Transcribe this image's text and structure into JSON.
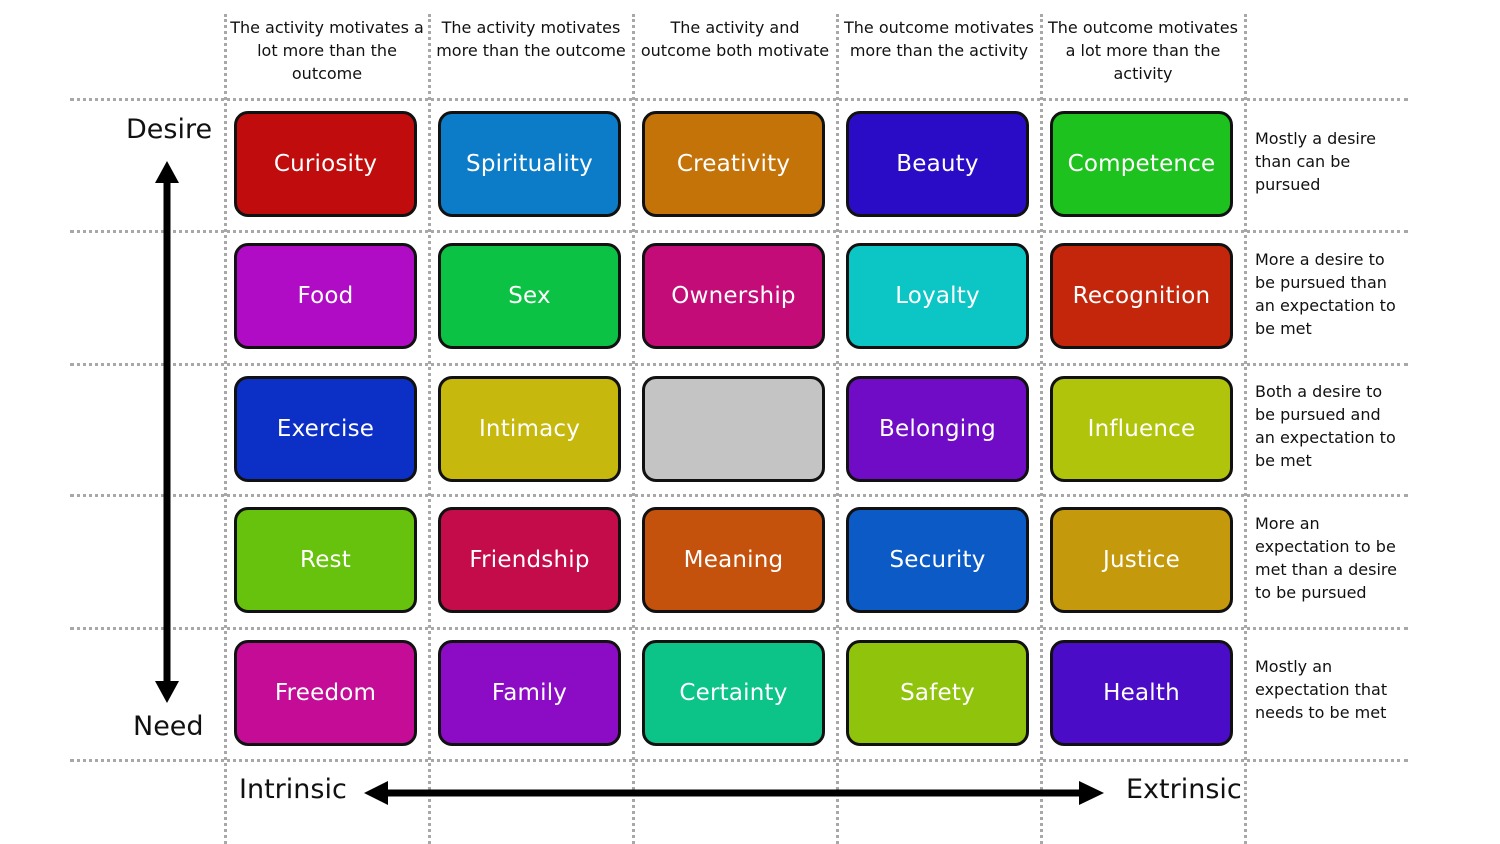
{
  "columns": [
    "The activity motivates a lot more than the outcome",
    "The activity motivates more than the outcome",
    "The activity and outcome both motivate",
    "The outcome motivates more than the activity",
    "The outcome motivates a lot more than the activity"
  ],
  "rows": [
    "Mostly a desire than can be pursued",
    "More a desire to be pursued than an expectation to be met",
    "Both a desire to be pursued and an expectation to be met",
    "More an expectation to be met than a desire to be pursued",
    "Mostly an expectation that needs to be met"
  ],
  "axes": {
    "top": "Desire",
    "bottom": "Need",
    "left": "Intrinsic",
    "right": "Extrinsic"
  },
  "cells": [
    [
      {
        "label": "Curiosity",
        "color": "#c00c0c"
      },
      {
        "label": "Spirituality",
        "color": "#0c7cc8"
      },
      {
        "label": "Creativity",
        "color": "#c47309"
      },
      {
        "label": "Beauty",
        "color": "#2a0cc6"
      },
      {
        "label": "Competence",
        "color": "#1ec21e"
      }
    ],
    [
      {
        "label": "Food",
        "color": "#b00cc6"
      },
      {
        "label": "Sex",
        "color": "#0cc244"
      },
      {
        "label": "Ownership",
        "color": "#c40c78"
      },
      {
        "label": "Loyalty",
        "color": "#0cc6c6"
      },
      {
        "label": "Recognition",
        "color": "#c4260c"
      }
    ],
    [
      {
        "label": "Exercise",
        "color": "#0c30c6"
      },
      {
        "label": "Intimacy",
        "color": "#c6b80c"
      },
      {
        "label": "",
        "color": "#c4c4c4"
      },
      {
        "label": "Belonging",
        "color": "#700cc6"
      },
      {
        "label": "Influence",
        "color": "#b0c40c"
      }
    ],
    [
      {
        "label": "Rest",
        "color": "#66c20c"
      },
      {
        "label": "Friendship",
        "color": "#c40c4a"
      },
      {
        "label": "Meaning",
        "color": "#c4520c"
      },
      {
        "label": "Security",
        "color": "#0c5ac6"
      },
      {
        "label": "Justice",
        "color": "#c49a0c"
      }
    ],
    [
      {
        "label": "Freedom",
        "color": "#c40c96"
      },
      {
        "label": "Family",
        "color": "#8c0cc6"
      },
      {
        "label": "Certainty",
        "color": "#0cc488"
      },
      {
        "label": "Safety",
        "color": "#90c40c"
      },
      {
        "label": "Health",
        "color": "#4a0cc6"
      }
    ]
  ]
}
